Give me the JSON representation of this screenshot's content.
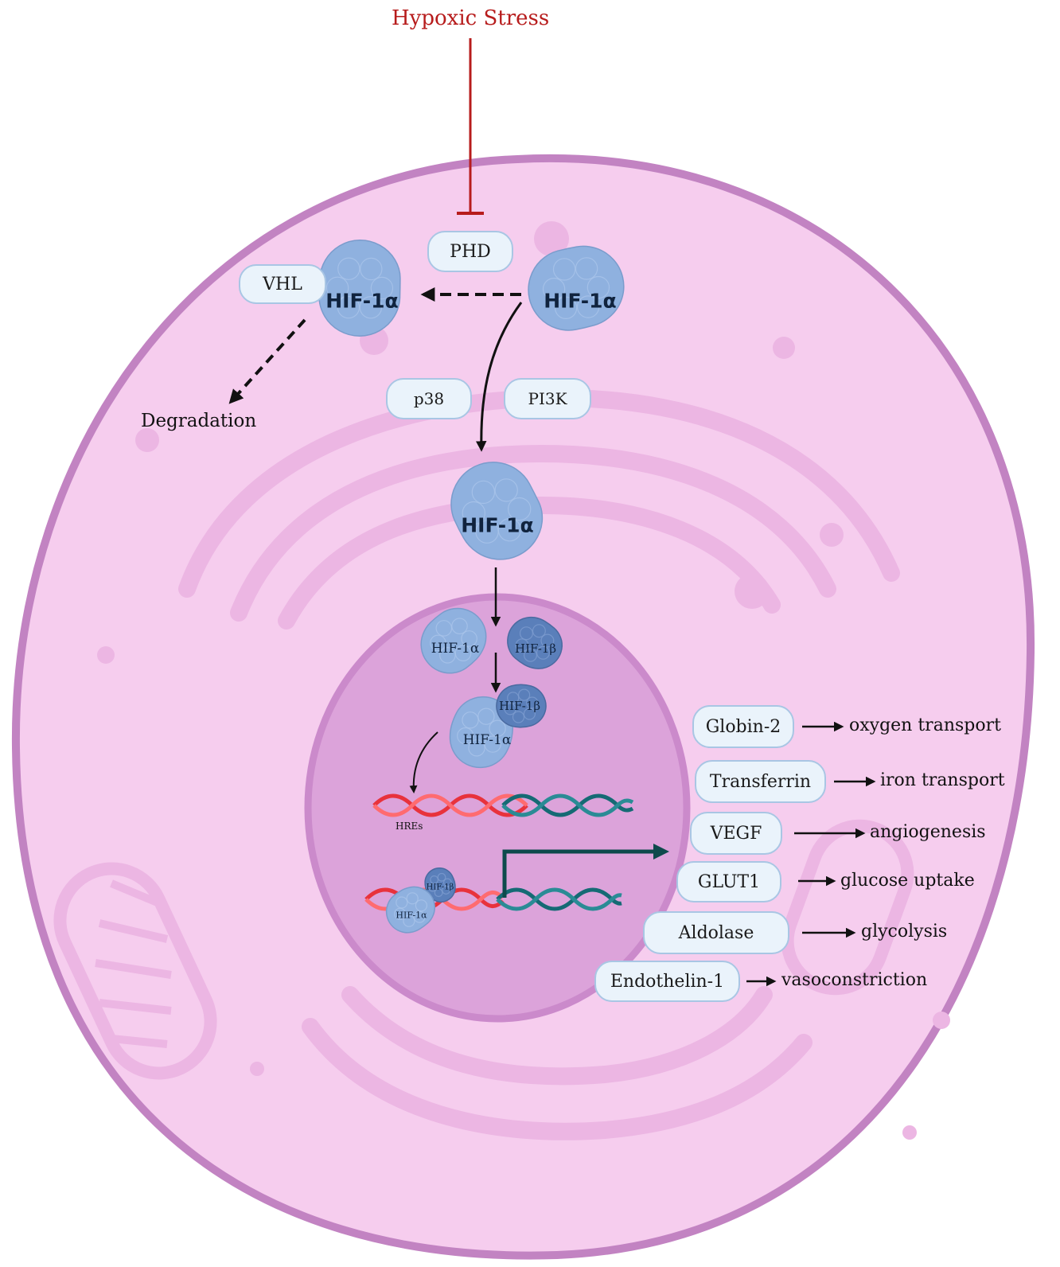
{
  "stress": {
    "label": "Hypoxic Stress"
  },
  "proteins": {
    "hif1a": "HIF-1α",
    "hif1b": "HIF-1β"
  },
  "regulators": {
    "phd": "PHD",
    "vhl": "VHL",
    "p38": "p38",
    "pi3k": "PI3K"
  },
  "degradation": "Degradation",
  "hres": "HREs",
  "targets": [
    {
      "gene": "Globin-2",
      "effect": "oxygen transport"
    },
    {
      "gene": "Transferrin",
      "effect": "iron transport"
    },
    {
      "gene": "VEGF",
      "effect": "angiogenesis"
    },
    {
      "gene": "GLUT1",
      "effect": "glucose uptake"
    },
    {
      "gene": "Aldolase",
      "effect": "glycolysis"
    },
    {
      "gene": "Endothelin-1",
      "effect": "vasoconstriction"
    }
  ],
  "colors": {
    "stress": "#b71c1c",
    "cytoplasm": "#f6cdee",
    "membrane": "#c283c2",
    "nucleus": "#dca3da",
    "protein_alpha": "#8fb1df",
    "protein_beta": "#5a7fba",
    "dna_red": "#e8323c",
    "dna_teal": "#156a74",
    "transcription_arrow": "#0e4a4c"
  }
}
